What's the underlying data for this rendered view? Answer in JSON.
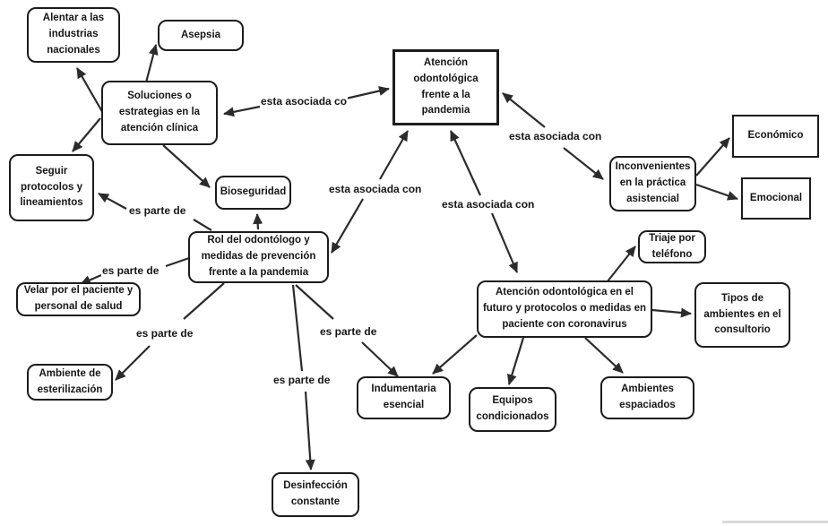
{
  "diagram": {
    "type": "concept-map",
    "language": "es",
    "colors": {
      "background": "#ffffff",
      "node_border": "#1c1c1c",
      "edge": "#2b2b2b",
      "text": "#161616"
    },
    "nodes": {
      "central": {
        "label": "Atención odontológica frente a la pandemia",
        "shape": "rectangle"
      },
      "alentar": {
        "label": "Alentar a las industrias nacionales",
        "shape": "rounded"
      },
      "asepsia": {
        "label": "Asepsia",
        "shape": "rounded"
      },
      "soluciones": {
        "label": "Soluciones o estrategias en la atención clínica",
        "shape": "rounded"
      },
      "seguir": {
        "label": "Seguir protocolos y lineamientos",
        "shape": "rounded"
      },
      "bioseguridad": {
        "label": "Bioseguridad",
        "shape": "rounded"
      },
      "inconvenientes": {
        "label": "Inconvenientes en la práctica asistencial",
        "shape": "rounded"
      },
      "economico": {
        "label": "Económico",
        "shape": "rectangle"
      },
      "emocional": {
        "label": "Emocional",
        "shape": "rectangle"
      },
      "rol": {
        "label": "Rol del odontólogo y medidas de prevención frente a la pandemia",
        "shape": "rounded"
      },
      "velar": {
        "label": "Velar por el paciente y personal de salud",
        "shape": "rounded"
      },
      "ambiente": {
        "label": "Ambiente de esterilización",
        "shape": "rounded"
      },
      "triaje": {
        "label": "Triaje por teléfono",
        "shape": "rounded"
      },
      "tipos": {
        "label": "Tipos de ambientes en el consultorio",
        "shape": "rounded"
      },
      "futuro": {
        "label": "Atención odontológica en el futuro y protocolos o medidas en paciente con coronavirus",
        "shape": "rounded"
      },
      "indumentaria": {
        "label": "Indumentaria esencial",
        "shape": "rounded"
      },
      "equipos": {
        "label": "Equipos condicionados",
        "shape": "rounded"
      },
      "ambientes_espaciados": {
        "label": "Ambientes espaciados",
        "shape": "rounded"
      },
      "desinfeccion": {
        "label": "Desinfección constante",
        "shape": "rounded"
      }
    },
    "links": [
      {
        "from": "soluciones",
        "to": "central",
        "label": "esta asociada co",
        "bidirectional": true
      },
      {
        "from": "central",
        "to": "inconvenientes",
        "label": "esta asociada con",
        "bidirectional": true
      },
      {
        "from": "rol",
        "to": "central",
        "label": "esta asociada con",
        "bidirectional": true
      },
      {
        "from": "futuro",
        "to": "central",
        "label": "esta asociada con",
        "bidirectional": true
      },
      {
        "from": "rol",
        "to": "seguir",
        "label": "es parte de",
        "bidirectional": false
      },
      {
        "from": "rol",
        "to": "velar",
        "label": "es parte de",
        "bidirectional": false
      },
      {
        "from": "rol",
        "to": "ambiente",
        "label": "es parte de",
        "bidirectional": false
      },
      {
        "from": "rol",
        "to": "indumentaria",
        "label": "es parte de",
        "bidirectional": false
      },
      {
        "from": "rol",
        "to": "desinfeccion",
        "label": "es parte de",
        "bidirectional": false
      },
      {
        "from": "soluciones",
        "to": "alentar",
        "label": "",
        "bidirectional": false
      },
      {
        "from": "soluciones",
        "to": "asepsia",
        "label": "",
        "bidirectional": false
      },
      {
        "from": "soluciones",
        "to": "seguir",
        "label": "",
        "bidirectional": false
      },
      {
        "from": "soluciones",
        "to": "bioseguridad",
        "label": "",
        "bidirectional": false
      },
      {
        "from": "rol",
        "to": "bioseguridad",
        "label": "",
        "bidirectional": false
      },
      {
        "from": "futuro",
        "to": "triaje",
        "label": "",
        "bidirectional": false
      },
      {
        "from": "futuro",
        "to": "tipos",
        "label": "",
        "bidirectional": false
      },
      {
        "from": "futuro",
        "to": "ambientes_espaciados",
        "label": "",
        "bidirectional": false
      },
      {
        "from": "futuro",
        "to": "equipos",
        "label": "",
        "bidirectional": false
      },
      {
        "from": "futuro",
        "to": "indumentaria",
        "label": "",
        "bidirectional": false
      },
      {
        "from": "inconvenientes",
        "to": "economico",
        "label": "",
        "bidirectional": false
      },
      {
        "from": "inconvenientes",
        "to": "emocional",
        "label": "",
        "bidirectional": false
      }
    ]
  }
}
